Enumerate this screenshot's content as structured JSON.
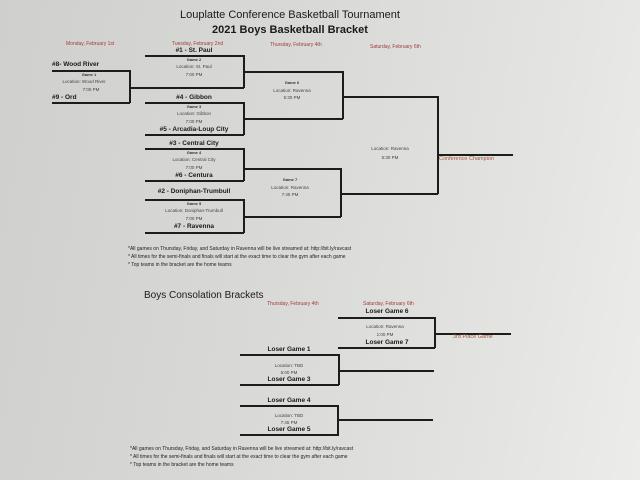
{
  "header": {
    "title": "Louplatte Conference Basketball Tournament",
    "subtitle": "2021 Boys Basketball Bracket"
  },
  "days": {
    "mon": "Monday, February 1st",
    "tue": "Tuesday, February 2nd",
    "thu": "Thursday, February 4th",
    "sat": "Saturday, February 6th"
  },
  "games": {
    "g1": {
      "top": "#8- Wood River",
      "bottom": "#9 - Ord",
      "name": "Game 1",
      "location": "Location: Wood River",
      "time": "7:00 PM"
    },
    "g2": {
      "top": "#1 - St. Paul",
      "name": "Game 2",
      "location": "Location: St. Paul",
      "time": "7:00 PM"
    },
    "g3": {
      "top": "#4 - Gibbon",
      "bottom": "#5 - Arcadia-Loup City",
      "name": "Game 3",
      "location": "Location: Gibbon",
      "time": "7:00 PM"
    },
    "g4": {
      "top": "#3 - Central City",
      "bottom": "#6 - Centura",
      "name": "Game 4",
      "location": "Location: Central City",
      "time": "7:00 PM"
    },
    "g5": {
      "top": "#2 - Doniphan-Trumbull",
      "bottom": "#7 - Ravenna",
      "name": "Game 5",
      "location": "Location: Doniphan-Trumbull",
      "time": "7:00 PM"
    },
    "g6": {
      "name": "Game 6",
      "location": "Location: Ravenna",
      "time": "5:30 PM"
    },
    "g7": {
      "name": "Game 7",
      "location": "Location: Ravenna",
      "time": "7:45 PM"
    },
    "final": {
      "location": "Location: Ravenna",
      "time": "5:30 PM",
      "label": "Conference Champion"
    }
  },
  "notes": [
    "*All games on Thursday, Friday, and Saturday in Ravenna will be live streamed at:   http://bit.ly/ravcast",
    "* All times for the semi-finals and finals will start at the exact time to clear the gym after each game",
    "* Top teams in the bracket are the home teams"
  ],
  "consolation": {
    "title": "Boys Consolation Brackets",
    "thu": "Thursday, February 4th",
    "sat": "Saturday, February 6th",
    "third": {
      "top": "Loser Game 6",
      "bottom": "Loser Game 7",
      "location": "Location: Ravenna",
      "time": "1:00 PM",
      "label": "3rd Place Game"
    },
    "c1": {
      "top": "Loser Game 1",
      "bottom": "Loser Game 3",
      "location": "Location: TBD",
      "time": "6:00 PM"
    },
    "c2": {
      "top": "Loser Game 4",
      "bottom": "Loser Game 5",
      "location": "Location: TBD",
      "time": "7:45 PM"
    }
  }
}
